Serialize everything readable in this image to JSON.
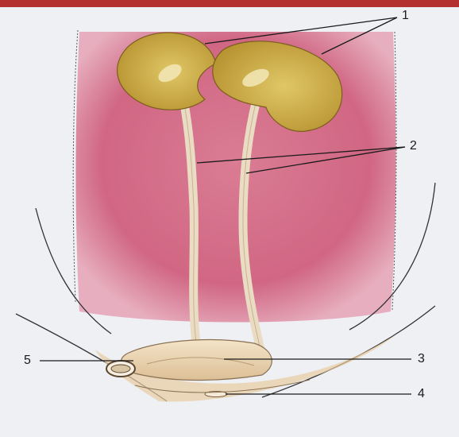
{
  "labels": {
    "kidneys": "1",
    "ureters": "2",
    "bladder": "3",
    "urethra": "4",
    "bladder_end": "5"
  },
  "colors": {
    "top_border": "#b3322f",
    "paper": "#eef0f4",
    "body_fill": "#cf5f7d",
    "kidney_fill": "#c9a63c",
    "kidney_highlight": "#f3e7b8",
    "ureter_fill": "#eadcc2",
    "bladder_fill": "#ecd8b8",
    "leader_line": "#1a1a1a"
  },
  "icons": [
    "kidney-icon",
    "ureter-icon",
    "bladder-icon"
  ]
}
